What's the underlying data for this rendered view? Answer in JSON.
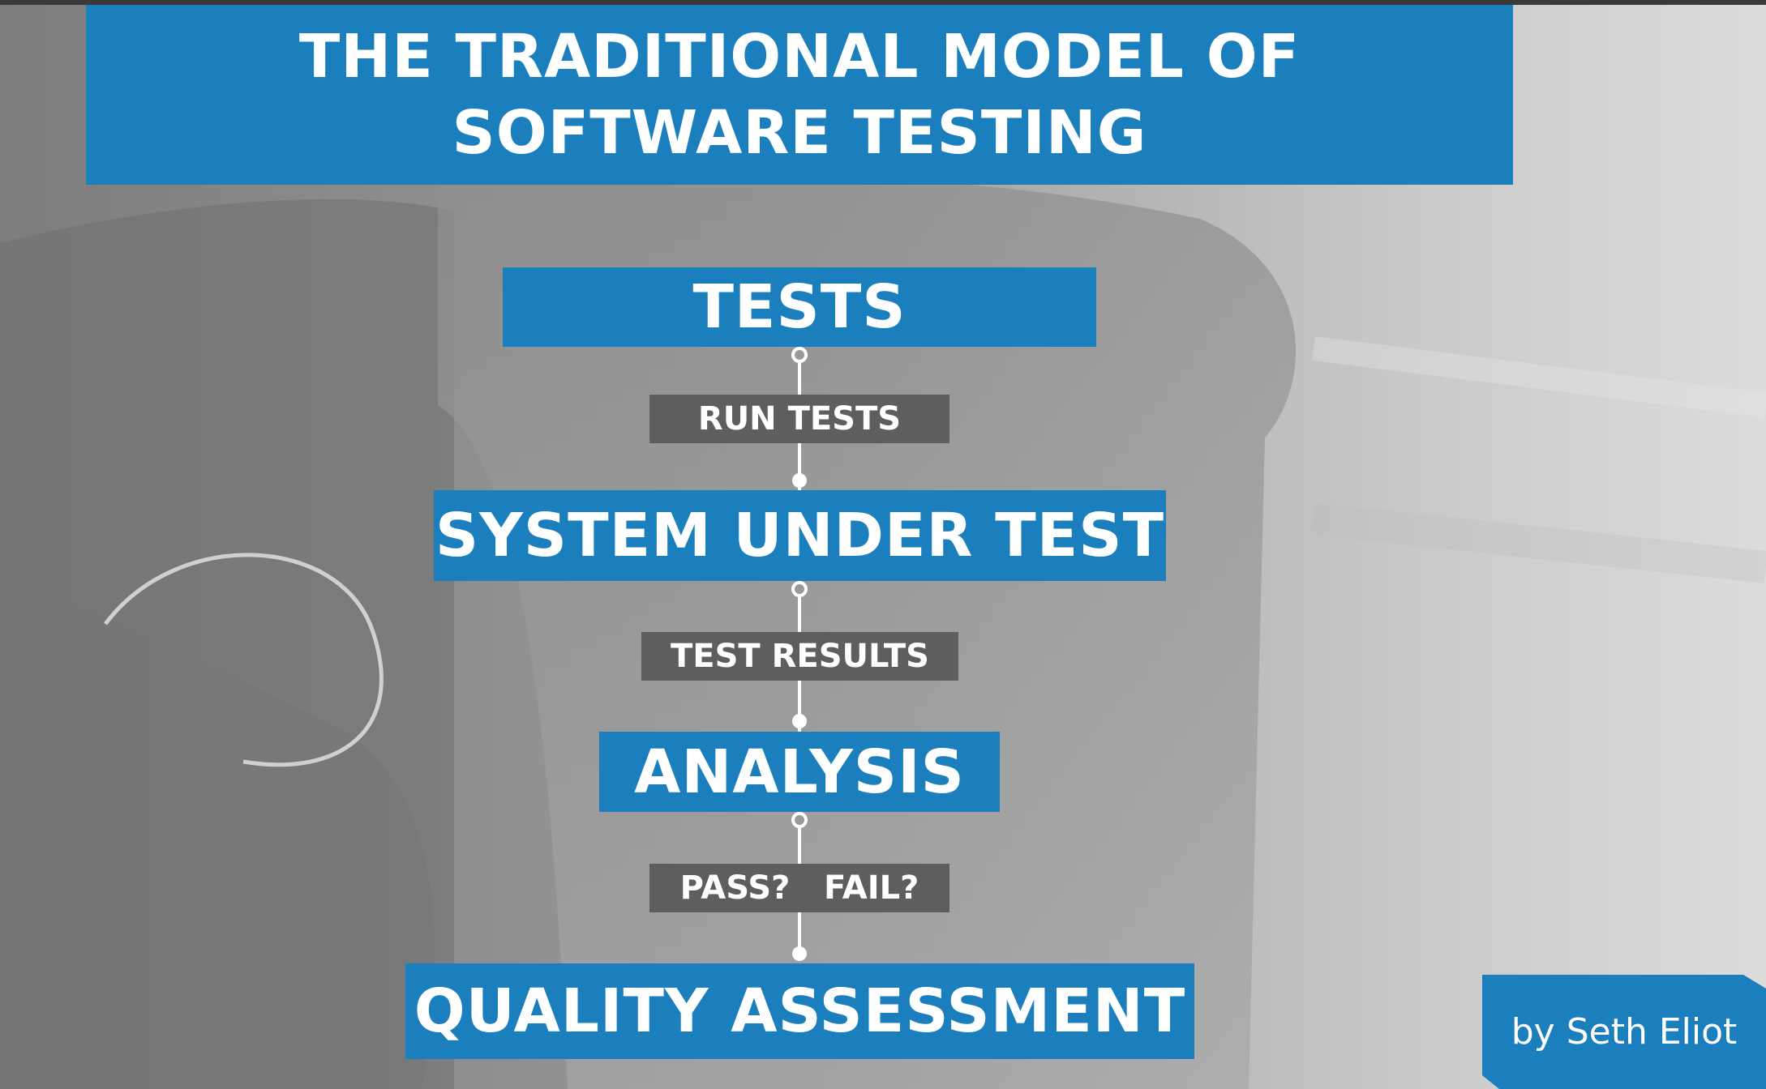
{
  "title": "THE TRADITIONAL MODEL OF SOFTWARE TESTING",
  "steps": {
    "tests": "TESTS",
    "system_under_test": "SYSTEM UNDER TEST",
    "analysis": "ANALYSIS",
    "quality_assessment": "QUALITY ASSESSMENT"
  },
  "transitions": {
    "run_tests": "RUN TESTS",
    "test_results": "TEST RESULTS",
    "pass_fail": "PASS?   FAIL?"
  },
  "author": "by Seth Eliot",
  "colors": {
    "accent_blue": "#1b7fbd",
    "label_gray": "#5e5e5e",
    "text": "#ffffff"
  }
}
